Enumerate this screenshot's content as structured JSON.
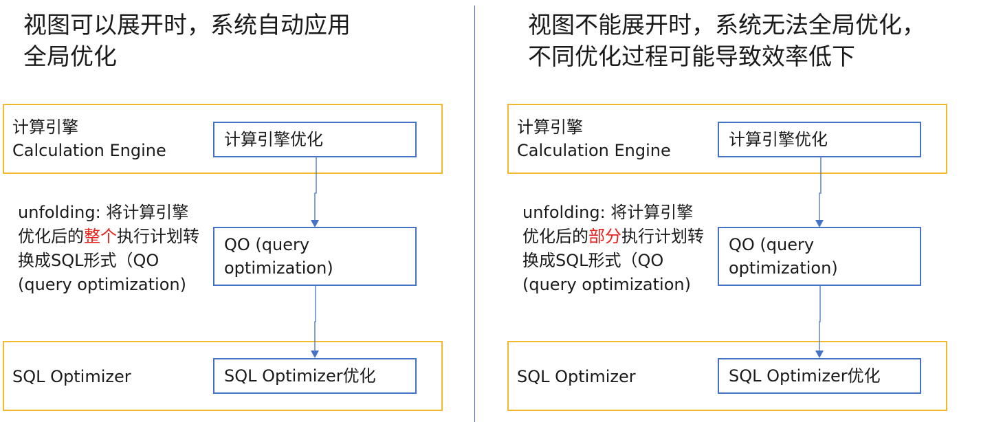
{
  "panels": [
    {
      "title": "视图可以展开时，系统自动应用\n全局优化",
      "engine_label": "计算引擎\nCalculation Engine",
      "engine_opt": "计算引擎优化",
      "note_before": "unfolding: 将计算引擎优化后的",
      "note_highlight": "整个",
      "note_after": "执行计划转换成SQL形式（QO (query optimization)",
      "qo": "QO (query\noptimization)",
      "sql_label": "SQL Optimizer",
      "sql_opt": "SQL Optimizer优化"
    },
    {
      "title": "视图不能展开时，系统无法全局优化，\n不同优化过程可能导致效率低下",
      "engine_label": "计算引擎\nCalculation Engine",
      "engine_opt": "计算引擎优化",
      "note_before": "unfolding: 将计算引擎优化后的",
      "note_highlight": "部分",
      "note_after": "执行计划转换成SQL形式（QO (query optimization)",
      "qo": "QO (query\noptimization)",
      "sql_label": "SQL Optimizer",
      "sql_opt": "SQL Optimizer优化"
    }
  ],
  "colors": {
    "layer_border": "#f2b82e",
    "node_border": "#4472c4",
    "highlight": "#e8221b"
  }
}
